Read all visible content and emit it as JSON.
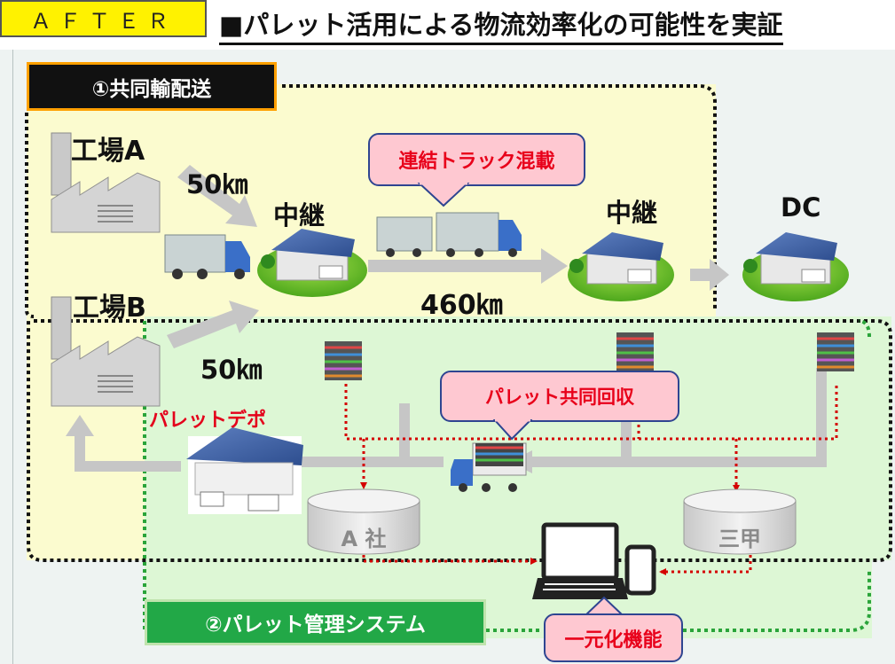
{
  "header": {
    "tag": "ＡＦＴＥＲ",
    "title": "■パレット活用による物流効率化の可能性を実証"
  },
  "section1": {
    "badge": "①共同輸配送",
    "factory_a": "工場A",
    "factory_b": "工場B",
    "dist_a": "50㎞",
    "dist_b": "50㎞",
    "relay_1": "中継",
    "relay_2": "中継",
    "dc": "DC",
    "trunk_distance": "460㎞",
    "callout": "連結トラック混載"
  },
  "section2": {
    "badge": "②パレット管理システム",
    "depot": "パレットデポ",
    "company_a": "A 社",
    "company_b": "三甲",
    "callout_collect": "パレット共同回収",
    "callout_unify": "一元化機能"
  },
  "colors": {
    "accent_red": "#e4001b",
    "callout_fill": "#fec8d1",
    "callout_border": "#2e4591",
    "zone_yellow": "#fbfbcf",
    "zone_green": "#ddf7d5",
    "badge_green": "#22a847",
    "tag_yellow": "#fff200"
  }
}
